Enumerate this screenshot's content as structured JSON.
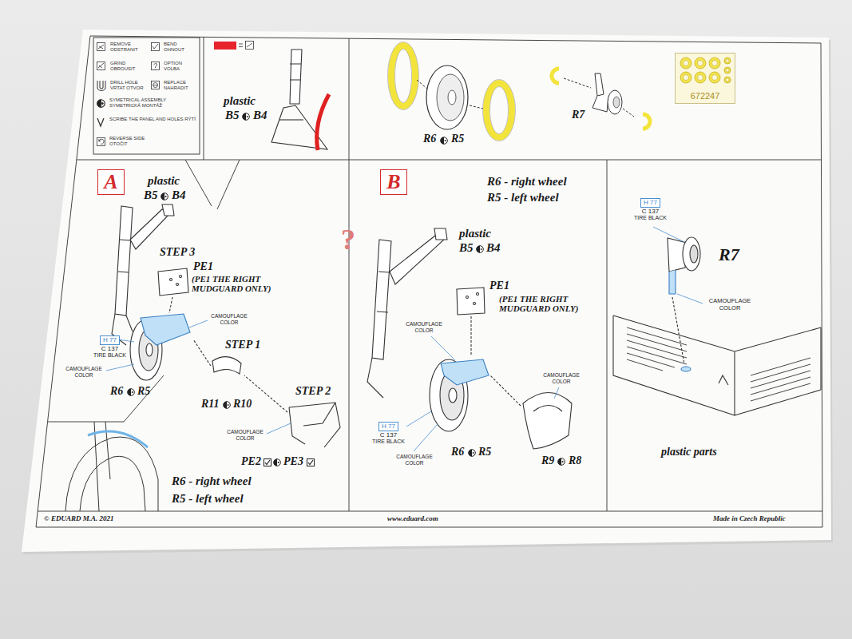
{
  "diagram": {
    "nodes": [
      {
        "text": [
          "672247"
        ]
      },
      {
        "text": [
          "A"
        ]
      },
      {
        "text": [
          "B"
        ]
      },
      {
        "text": [
          "H 77",
          "C 137",
          "TIRE BLACK"
        ]
      },
      {
        "text": [
          "H 77",
          "C 137",
          "TIRE BLACK"
        ]
      },
      {
        "text": [
          "H 77",
          "C 137",
          "TIRE BLACK"
        ]
      }
    ],
    "labels": [
      "plastic",
      "B5",
      "B4",
      "R6",
      "R5",
      "R7",
      "plastic",
      "B5",
      "B4",
      "STEP 3",
      "PE1",
      "(PE1 THE RIGHT MUDGUARD ONLY)",
      "CAMOUFLAGE COLOR",
      "STEP 1",
      "CAMOUFLAGE COLOR",
      "R6",
      "R5",
      "R11",
      "R10",
      "STEP 2",
      "CAMOUFLAGE COLOR",
      "PE2",
      "PE3",
      "R6 - right wheel",
      "R5 - left wheel",
      "R6 - right wheel",
      "R5 - left wheel",
      "?",
      "plastic",
      "B5",
      "B4",
      "PE1",
      "(PE1 THE RIGHT MUDGUARD ONLY)",
      "CAMOUFLAGE COLOR",
      "CAMOUFLAGE COLOR",
      "CAMOUFLAGE COLOR",
      "R6",
      "R5",
      "R9",
      "R8",
      "R7",
      "CAMOUFLAGE COLOR",
      "plastic parts",
      "© EDUARD M.A. 2021",
      "www.eduard.com",
      "Made in Czech Republic"
    ],
    "legend": [
      {
        "text": "REMOVE ODSTRANIT"
      },
      {
        "text": "BEND OHNOUT"
      },
      {
        "text": "GRIND OBROUSIT"
      },
      {
        "text": "OPTION VOLBA"
      },
      {
        "text": "DRILL HOLE VRTAT OTVOR"
      },
      {
        "text": "REPLACE NAHRADIT"
      },
      {
        "text": "SYMETRICAL ASSEMBLY SYMETRICKÁ MONTÁŽ"
      },
      {
        "text": "SCRIBE THE PANEL AND HOLES RÝTÍ"
      },
      {
        "text": "REVERSE SIDE OTOČIT"
      }
    ]
  }
}
